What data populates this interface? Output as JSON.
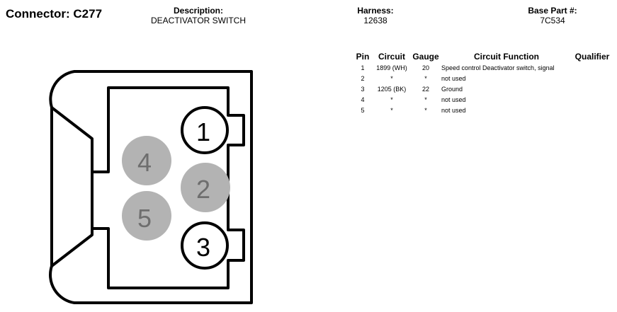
{
  "connector": {
    "title": "Connector: C277"
  },
  "description": {
    "label": "Description:",
    "value": "DEACTIVATOR SWITCH"
  },
  "harness": {
    "label": "Harness:",
    "value": "12638"
  },
  "base_part": {
    "label": "Base Part #:",
    "value": "7C534"
  },
  "table": {
    "headers": [
      "Pin",
      "Circuit",
      "Gauge",
      "Circuit Function",
      "Qualifier"
    ],
    "rows": [
      [
        "1",
        "1899 (WH)",
        "20",
        "Speed control Deactivator switch, signal",
        ""
      ],
      [
        "2",
        "*",
        "*",
        "not used",
        ""
      ],
      [
        "3",
        "1205 (BK)",
        "22",
        "Ground",
        ""
      ],
      [
        "4",
        "*",
        "*",
        "not used",
        ""
      ],
      [
        "5",
        "*",
        "*",
        "not used",
        ""
      ]
    ]
  },
  "diagram": {
    "pins": [
      {
        "label": "1",
        "style": "outlined"
      },
      {
        "label": "2",
        "style": "filled-gray"
      },
      {
        "label": "3",
        "style": "outlined"
      },
      {
        "label": "4",
        "style": "filled-gray"
      },
      {
        "label": "5",
        "style": "filled-gray"
      }
    ],
    "colors": {
      "unused_fill": "#b3b3b3",
      "unused_text": "#6e6e6e",
      "outline": "#000000"
    }
  }
}
